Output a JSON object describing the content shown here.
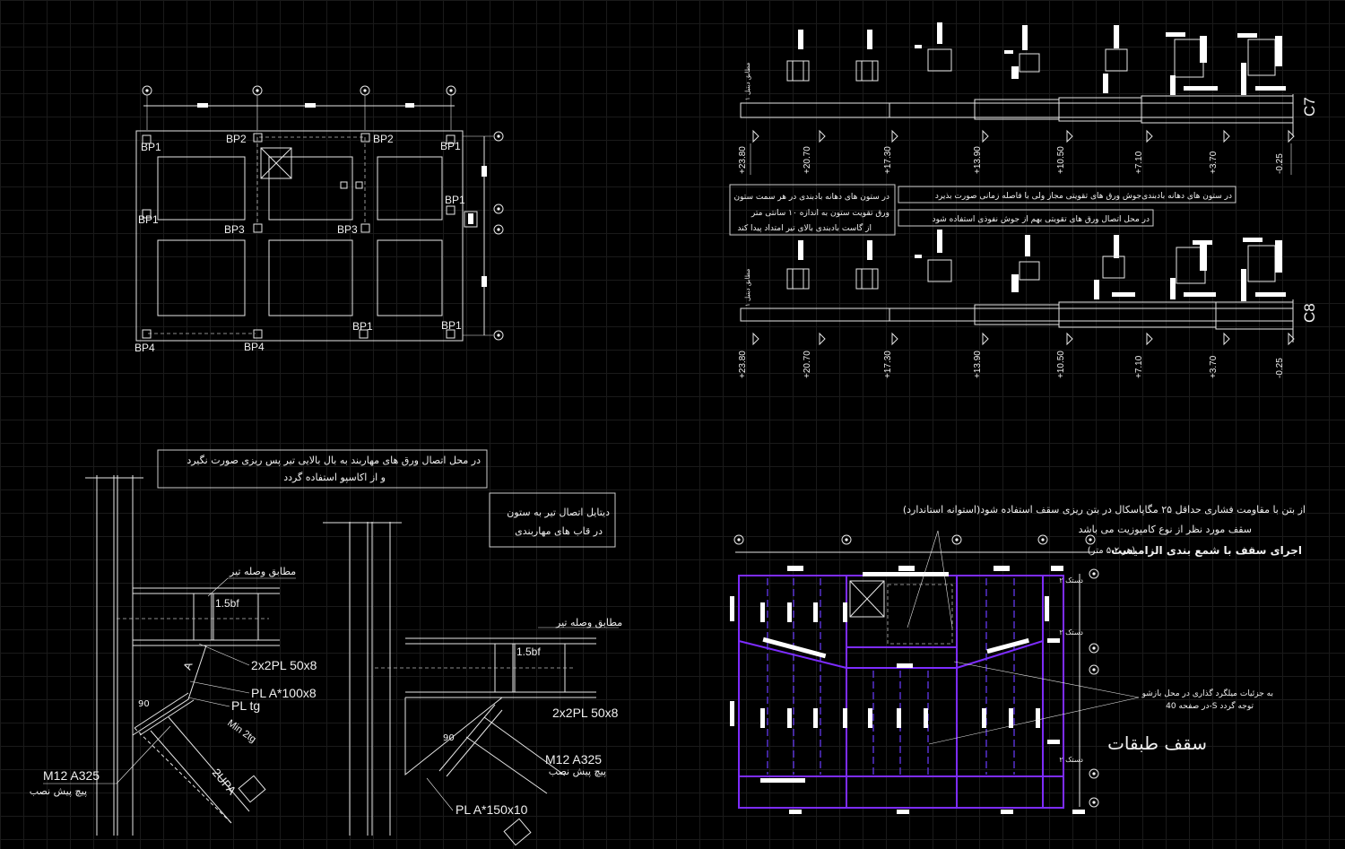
{
  "plan_top_left": {
    "base_plate_labels": [
      "BP1",
      "BP2",
      "BP2",
      "BP1",
      "BP1",
      "BP1",
      "BP3",
      "BP3",
      "BP1",
      "BP1",
      "BP4",
      "BP4"
    ]
  },
  "elevation_notes": {
    "note_left": [
      "در ستون های دهانه بادبندی در هر سمت ستون",
      "ورق تقویت ستون به اندازه ۱۰ سانتی متر",
      "از گاست بادبندی بالای تیر امتداد پیدا کند"
    ],
    "note_right_1": "در ستون های دهانه بادبندی‌جوش ورق های تقویتی مجاز ولی با فاصله زمانی صورت بذیرد",
    "note_right_2": "در محل اتصال ورق های تقویتی بهم از جوش نفوذی استفاده شود"
  },
  "column_c7": {
    "label": "C7",
    "side_note": "مطابق دیتیل ۱",
    "levels": [
      "+23.80",
      "+20.70",
      "+17.30",
      "+13.90",
      "+10.50",
      "+7.10",
      "+3.70",
      "-0.25"
    ]
  },
  "column_c8": {
    "label": "C8",
    "side_note": "مطابق دیتیل ۱",
    "levels": [
      "+23.80",
      "+20.70",
      "+17.30",
      "+13.90",
      "+10.50",
      "+7.10",
      "+3.70",
      "-0.25"
    ]
  },
  "detail_left": {
    "note": [
      "در محل اتصال ورق های مهاربند به بال بالایی تیر پس ریزی صورت نگیرد",
      "و از اکاسپو استفاده گردد"
    ],
    "title_note": [
      "دیتایل اتصال تیر به ستون",
      "در قاب های مهاربندی"
    ],
    "splice_label": "مطابق وصله تیر",
    "dim_label": "1.5bf",
    "plate_label_1": "2x2PL 50x8",
    "plate_label_2": "PL A*100x8",
    "plate_label_3": "PL tg",
    "weld_label": "Min 2tg",
    "angle_label": "90",
    "section_label": "2UPA",
    "bolt_label": "M12  A325",
    "bolt_note": "پیچ پیش نصب",
    "a_label": "A"
  },
  "detail_right": {
    "splice_label": "مطابق وصله تیر",
    "dim_label": "1.5bf",
    "plate_label_1": "2x2PL 50x8",
    "plate_label_2": "PL A*150x10",
    "angle_label": "90",
    "bolt_label": "M12  A325",
    "bolt_note": "پیچ پیش نصب"
  },
  "floor_plan": {
    "note_line_1": "از بتن با مقاومت فشاری حداقل ۲۵ مگاپاسکال در بتن ریزی سقف استفاده شود(استوانه استاندارد)",
    "note_line_2": "سقف مورد نظر از نوع کامپوزیت می باشد",
    "note_line_3": "اجرای سقف با شمع بندی الزامیست",
    "note_line_3_sub": "(هر ۲-۵ متر)",
    "side_note": [
      "به جزئیات میلگرد گذاری در محل بازشو",
      "در صفحه 40-S  توجه گردد"
    ],
    "bay_labels": [
      "دستک ۲",
      "دستک ۲",
      "دستک ۲"
    ],
    "title": "سقف طبقات"
  },
  "colors": {
    "background": "#000000",
    "lines": "#e6e6e6",
    "beams": "#7d2cff"
  }
}
